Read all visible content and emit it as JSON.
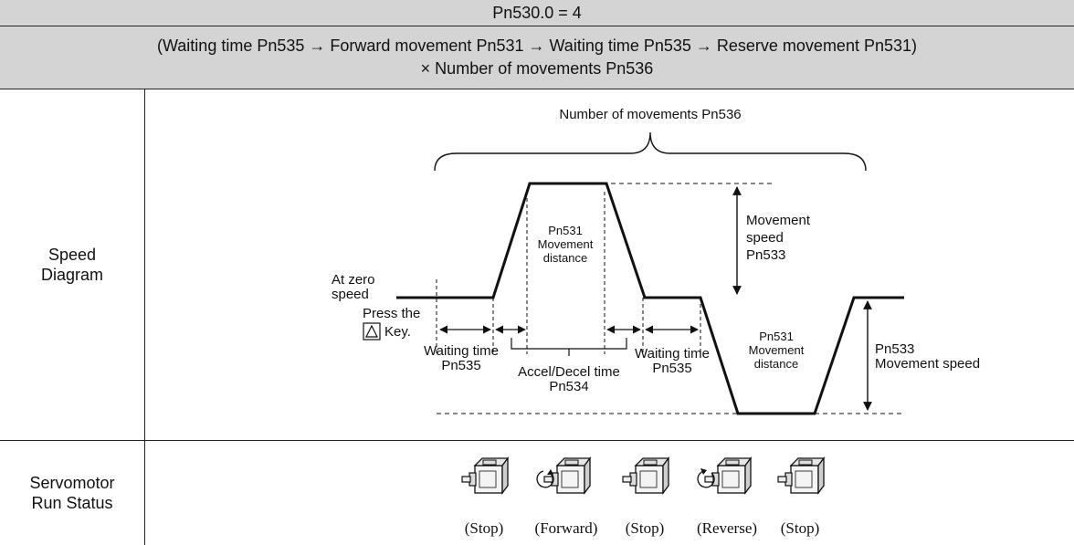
{
  "header": {
    "mode": "Pn530.0 = 4",
    "sequence_line1": "(Waiting time Pn535 → Forward movement Pn531 → Waiting time Pn535 → Reserve movement Pn531)",
    "sequence_line2": "× Number of movements Pn536"
  },
  "rows": {
    "speed_diagram": [
      "Speed",
      "Diagram"
    ],
    "run_status": [
      "Servomotor",
      "Run Status"
    ]
  },
  "diagram": {
    "number_of_movements": "Number of movements Pn536",
    "at_zero_speed": [
      "At zero",
      "speed"
    ],
    "press_the": "Press the",
    "key": "Key.",
    "key_icon": "up-triangle-key-icon",
    "fwd_distance": [
      "Pn531",
      "Movement",
      "distance"
    ],
    "rev_distance": [
      "Pn531",
      "Movement",
      "distance"
    ],
    "movement_speed_upper": [
      "Movement",
      "speed",
      "Pn533"
    ],
    "movement_speed_lower": [
      "Pn533",
      "Movement speed"
    ],
    "waiting_time_1": [
      "Waiting time",
      "Pn535"
    ],
    "accel_decel": [
      "Accel/Decel time",
      "Pn534"
    ],
    "waiting_time_2": [
      "Waiting time",
      "Pn535"
    ]
  },
  "run_status": [
    {
      "label": "(Stop)",
      "icon": "servomotor-icon",
      "rotation": "none"
    },
    {
      "label": "(Forward)",
      "icon": "servomotor-icon",
      "rotation": "forward"
    },
    {
      "label": "(Stop)",
      "icon": "servomotor-icon",
      "rotation": "none"
    },
    {
      "label": "(Reverse)",
      "icon": "servomotor-icon",
      "rotation": "reverse"
    },
    {
      "label": "(Stop)",
      "icon": "servomotor-icon",
      "rotation": "none"
    }
  ]
}
